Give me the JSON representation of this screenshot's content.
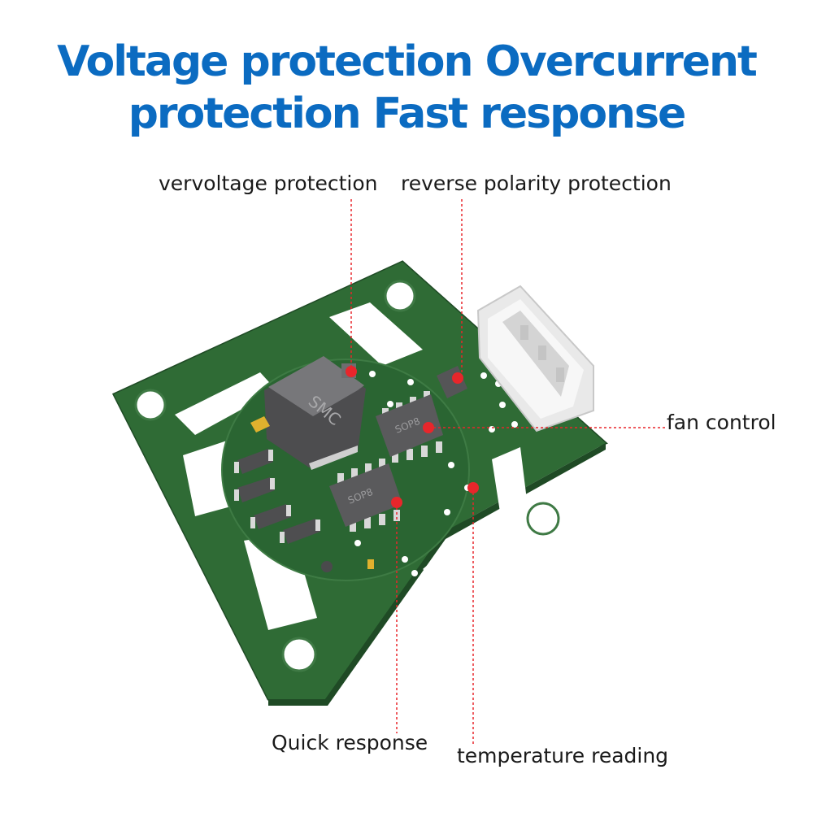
{
  "headline": {
    "line1": "Voltage protection Overcurrent",
    "line2": "protection Fast response"
  },
  "callouts": {
    "overvoltage": "vervoltage protection",
    "reverse_polarity": "reverse polarity protection",
    "fan_control": "fan control",
    "quick_response": "Quick response",
    "temperature": "temperature reading"
  },
  "components": {
    "inductor_marking": "SMC",
    "ic1_marking": "SOP8",
    "ic2_marking": "SOP8"
  },
  "colors": {
    "headline": "#0b6bc1",
    "pcb": "#2f6b35",
    "marker": "#e8262b"
  }
}
